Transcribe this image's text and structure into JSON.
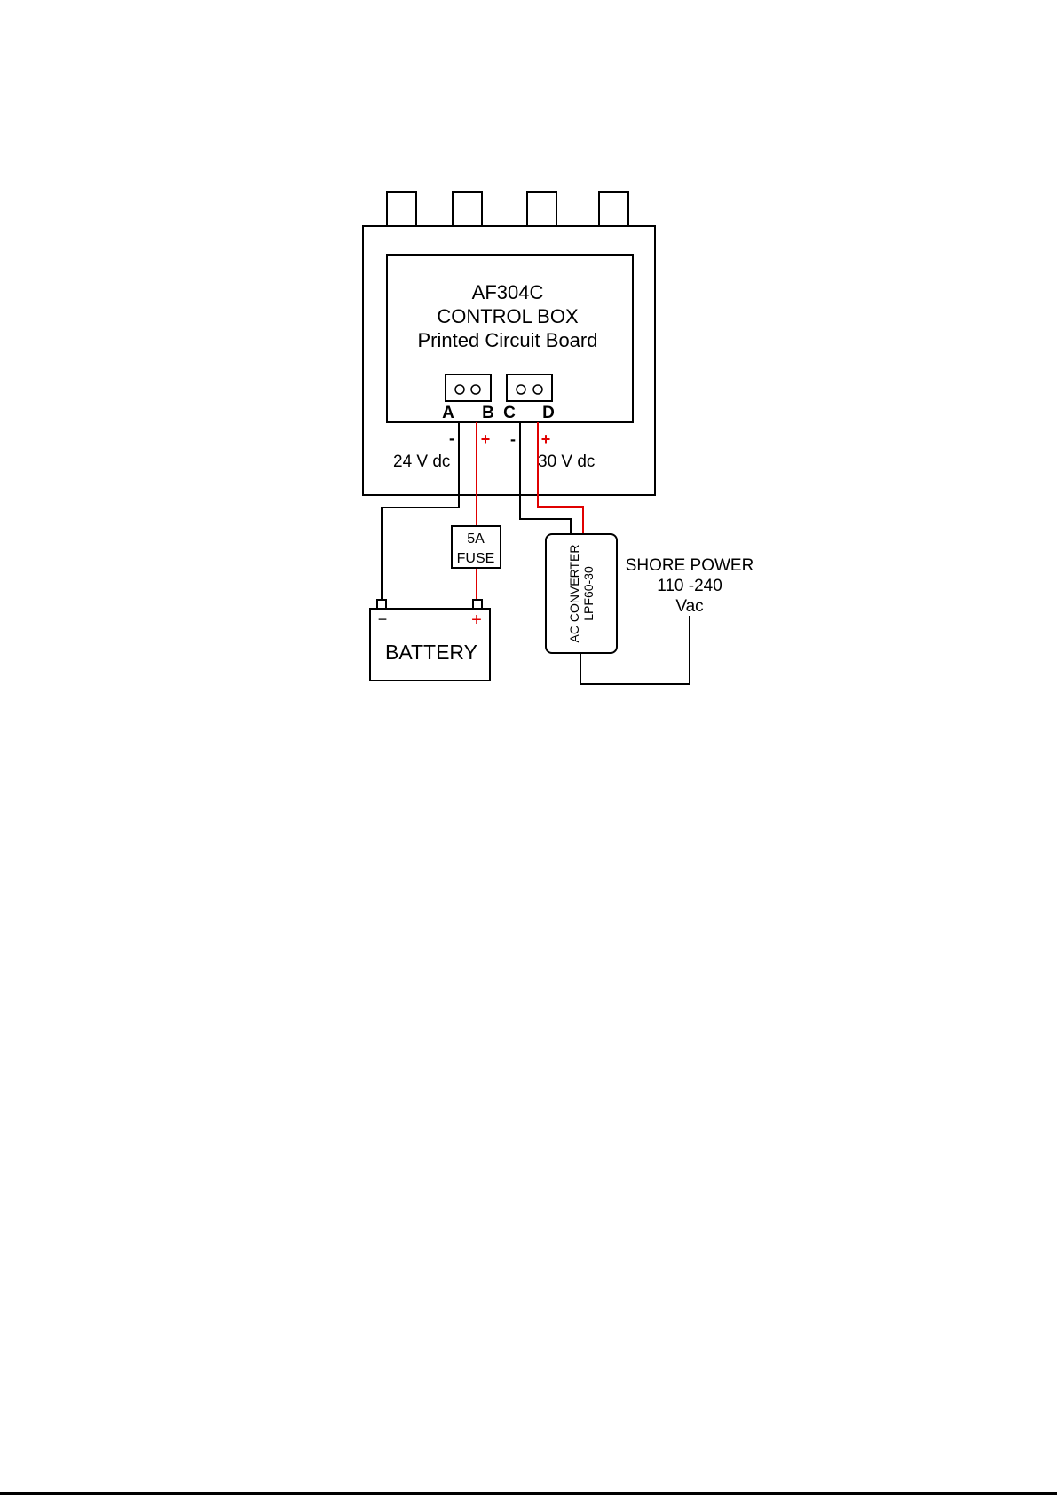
{
  "control_box": {
    "title_lines": [
      "AF304C",
      "CONTROL BOX",
      "Printed Circuit Board"
    ]
  },
  "terminals": {
    "a": "A",
    "b": "B",
    "c": "C",
    "d": "D"
  },
  "polarity": {
    "a_minus": "-",
    "b_plus": "+",
    "c_minus": "-",
    "d_plus": "+"
  },
  "voltage_labels": {
    "left": "24 V dc",
    "right": "30 V dc"
  },
  "fuse": {
    "line1": "5A",
    "line2": "FUSE"
  },
  "battery": {
    "label": "BATTERY",
    "minus": "−",
    "plus": "+"
  },
  "converter": {
    "line1": "AC CONVERTER",
    "line2": "LPF60-30"
  },
  "shore_power": {
    "line1": "SHORE POWER",
    "line2": "110 -240",
    "line3": "Vac"
  },
  "colors": {
    "positive_wire": "#e00000",
    "negative_wire": "#000000"
  }
}
